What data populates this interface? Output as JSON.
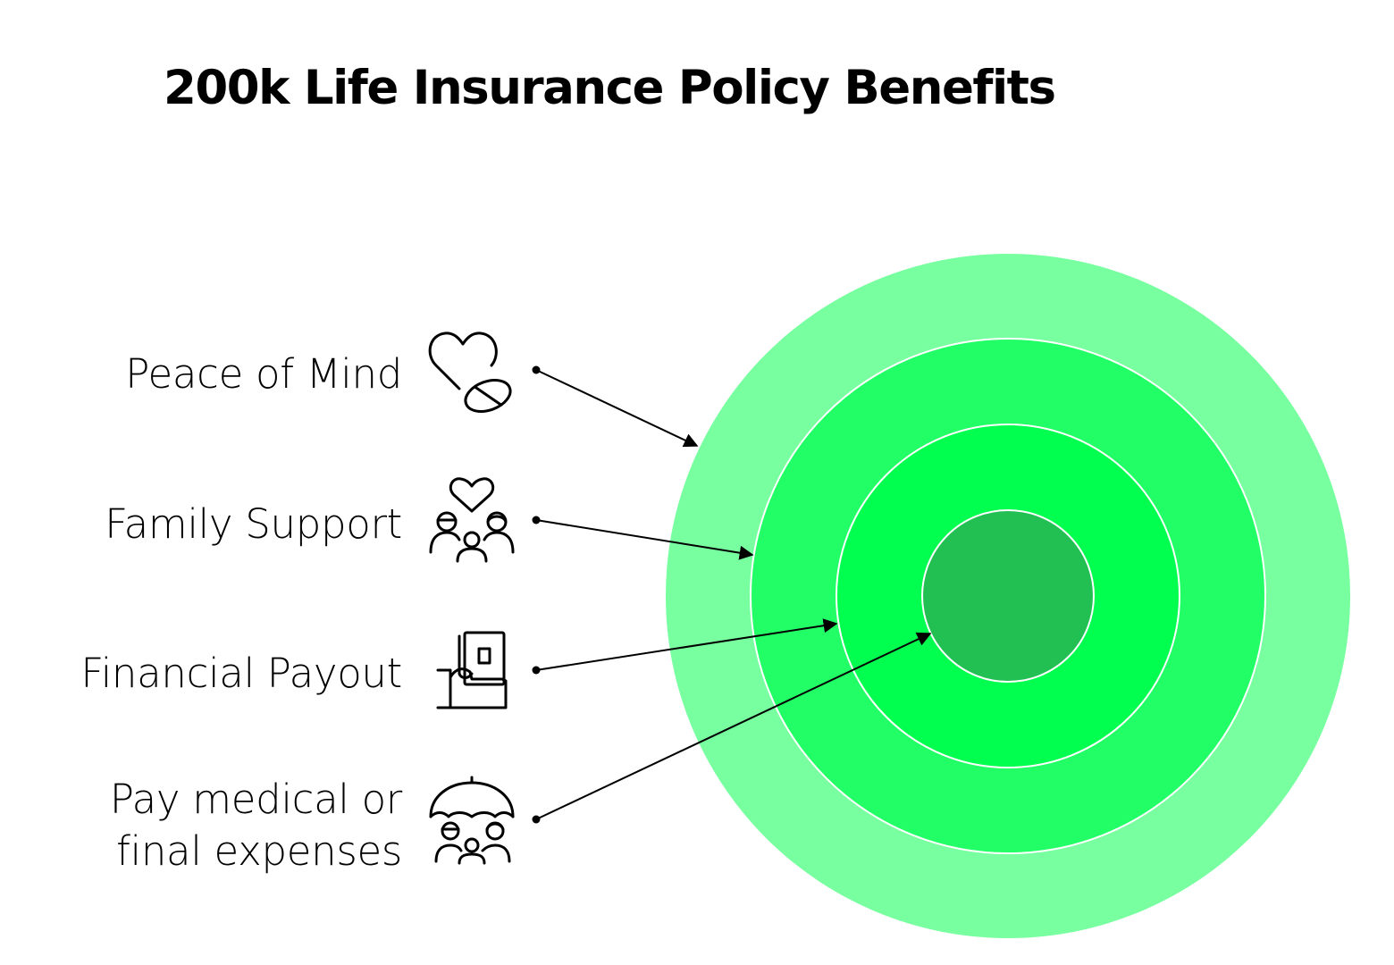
{
  "title": "200k Life Insurance Policy Benefits",
  "benefits": [
    {
      "label": "Peace of Mind",
      "icon": "heart-pill-icon"
    },
    {
      "label": "Family Support",
      "icon": "family-heart-icon"
    },
    {
      "label": "Financial Payout",
      "icon": "hand-cash-icon"
    },
    {
      "label_line1": "Pay medical or",
      "label_line2": "final expenses",
      "icon": "umbrella-family-icon"
    }
  ],
  "colors": {
    "ring_outer": "#78ff9f",
    "ring_second": "#22ff66",
    "ring_third": "#00ff4f",
    "core": "#22bf53",
    "ring_border": "#ffffff",
    "text": "#000000"
  }
}
